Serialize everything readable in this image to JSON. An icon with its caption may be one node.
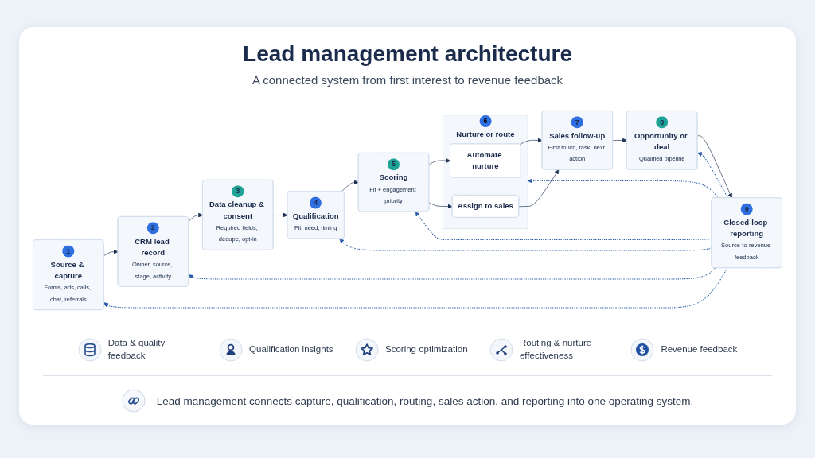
{
  "diagram": {
    "title": "Lead management architecture",
    "caption": "Lead management connects capture, qualification, routing, sales action, and reporting into one operating system.",
    "nodes": [
      {
        "text": [
          "1",
          "Source & capture",
          "Forms, ads, calls, chat, referrals"
        ]
      },
      {
        "text": [
          "2",
          "CRM lead record",
          "Owner, source, stage, activity"
        ]
      },
      {
        "text": [
          "3",
          "Data cleanup & consent",
          "Required fields, dedupe, opt-in"
        ]
      },
      {
        "text": [
          "4",
          "Qualification",
          "Fit, need, timing"
        ]
      },
      {
        "text": [
          "5",
          "Scoring",
          "Fit + engagement priority"
        ]
      },
      {
        "text": [
          "6",
          "Nurture or route"
        ]
      },
      {
        "text": [
          "Automate nurture"
        ],
        "in": 5
      },
      {
        "text": [
          "Assign to sales"
        ],
        "in": 5
      },
      {
        "text": [
          "7",
          "Sales follow-up",
          "First touch, task, next action"
        ]
      },
      {
        "text": [
          "8",
          "Opportunity or deal",
          "Qualified pipeline"
        ]
      },
      {
        "text": [
          "9",
          "Closed-loop reporting",
          "Source-to-revenue feedback"
        ]
      }
    ],
    "edges": [
      {
        "from": 0,
        "to": 1,
        "arrow": "to"
      },
      {
        "from": 1,
        "to": 2,
        "arrow": "to"
      },
      {
        "from": 2,
        "to": 3,
        "arrow": "to"
      },
      {
        "from": 3,
        "to": 4,
        "arrow": "to"
      },
      {
        "from": 4,
        "to": 6,
        "arrow": "to"
      },
      {
        "from": 4,
        "to": 7,
        "arrow": "to"
      },
      {
        "from": 6,
        "to": 8,
        "arrow": "to"
      },
      {
        "from": 7,
        "to": 8,
        "arrow": "to"
      },
      {
        "from": 8,
        "to": 9,
        "arrow": "to"
      },
      {
        "from": 9,
        "to": 10,
        "arrow": "to"
      },
      {
        "from": 10,
        "to": 9,
        "arrow": "to",
        "style": "dashed",
        "color": "#2c5ea8"
      },
      {
        "from": 10,
        "to": 5,
        "arrow": "to",
        "style": "dashed",
        "color": "#2c5ea8"
      },
      {
        "from": 10,
        "to": 4,
        "arrow": "to",
        "style": "dashed",
        "color": "#2c5ea8"
      },
      {
        "from": 10,
        "to": 3,
        "arrow": "to",
        "style": "dashed",
        "color": "#2c5ea8"
      },
      {
        "from": 10,
        "to": 1,
        "arrow": "to",
        "style": "dashed",
        "color": "#2c5ea8"
      },
      {
        "from": 10,
        "to": 0,
        "arrow": "to",
        "style": "dashed",
        "color": "#2c5ea8"
      }
    ],
    "labels": [
      "A connected system from first interest to revenue feedback",
      "Data & quality feedback",
      "Qualification insights",
      "Scoring optimization",
      "Routing & nurture effectiveness",
      "Revenue feedback"
    ]
  }
}
